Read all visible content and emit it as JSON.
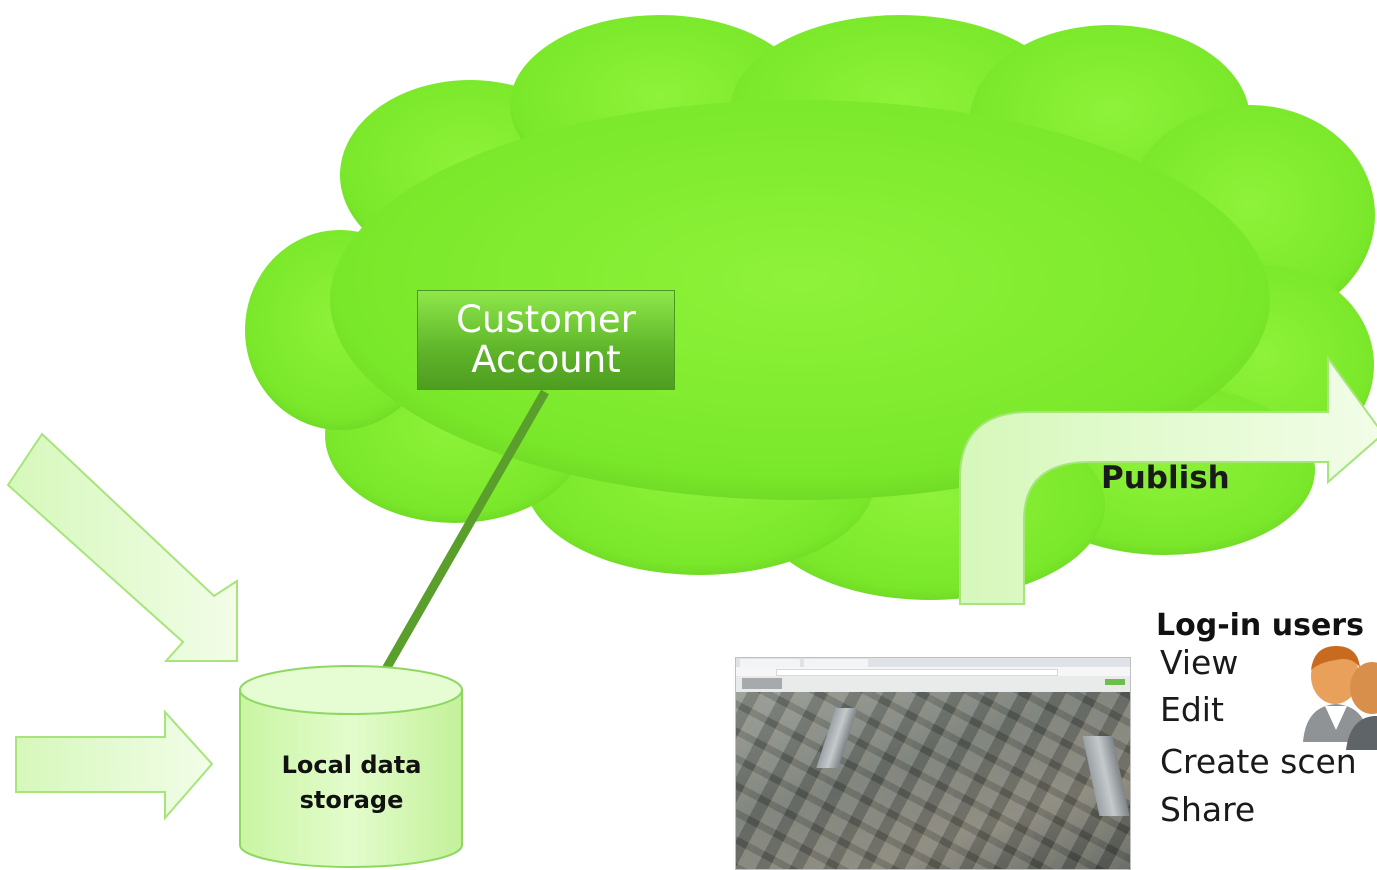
{
  "cloud": {
    "account_box": {
      "line1": "Customer",
      "line2": "Account"
    },
    "publish_label": "Publish"
  },
  "storage": {
    "line1": "Local data",
    "line2": "storage"
  },
  "users": {
    "heading": "Log-in users",
    "permissions": [
      "View",
      "Edit",
      "Create scen",
      "Share"
    ]
  },
  "icons": {
    "users_icon": "users-icon",
    "screenshot": "3d-city-viewer-screenshot"
  },
  "colors": {
    "cloud": "#7eec2c",
    "cloud_edge": "#62c51f",
    "arrow_fill": "#e3fbd0",
    "arrow_stroke": "#9be36a",
    "cylinder_fill": "#d6f9b8",
    "connector": "#5a9e2c",
    "account_box": "#6cc53a"
  }
}
